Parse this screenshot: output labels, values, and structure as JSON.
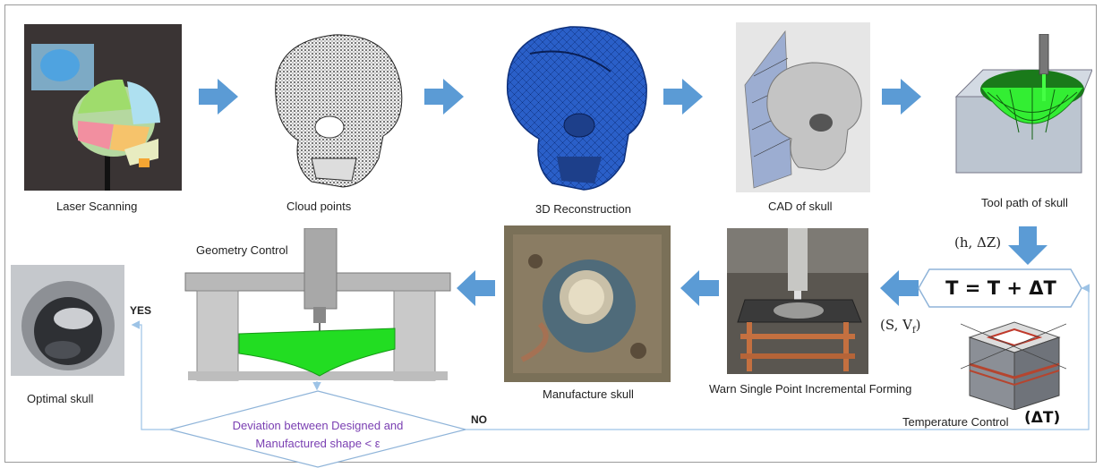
{
  "steps": {
    "laser_scanning": "Laser Scanning",
    "cloud_points": "Cloud points",
    "reconstruction": "3D Reconstruction",
    "cad": "CAD of skull",
    "tool_path": "Tool path of skull",
    "geometry_control": "Geometry Control",
    "manufacture": "Manufacture skull",
    "spif": "Warn Single Point Incremental Forming",
    "temperature": "Temperature Control",
    "optimal": "Optimal skull"
  },
  "params": {
    "h_dz": "(h, ΔZ)",
    "s_vf_main": "(S, V",
    "s_vf_sub": "f",
    "s_vf_close": ")",
    "delta_t": "(ΔT)"
  },
  "equation": "T  =  T + ΔT",
  "decision": {
    "line1": "Deviation between Designed and",
    "line2": "Manufactured shape < ε",
    "yes": "YES",
    "no": "NO"
  },
  "colors": {
    "arrow": "#5b9bd5",
    "flow_line": "#9dc3e6",
    "diamond_border": "#8fb4d9",
    "decision_text": "#7a3fb2",
    "skull_blue": "#2a5fc8",
    "green_surface": "#22dd22"
  }
}
